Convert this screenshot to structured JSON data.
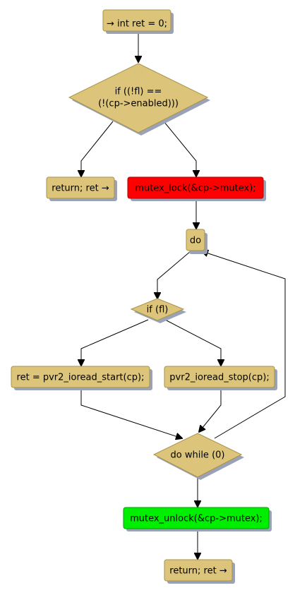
{
  "colors": {
    "node_fill": "#dcc57a",
    "node_stroke": "#a8924a",
    "shadow": "#9aa2b8",
    "lock_fill": "#ff0000",
    "unlock_fill": "#00ee00"
  },
  "nodes": {
    "start": "→ int ret = 0;",
    "cond_line1": "if ((!fl) ==",
    "cond_line2": "(!(cp->enabled)))",
    "return_early": "return; ret →",
    "mutex_lock": "mutex_lock(&cp->mutex);",
    "do": "do",
    "if_fl": "if (fl)",
    "ioread_start": "ret = pvr2_ioread_start(cp);",
    "ioread_stop": "pvr2_ioread_stop(cp);",
    "do_while": "do while (0)",
    "mutex_unlock": "mutex_unlock(&cp->mutex);",
    "return_end": "return; ret →"
  }
}
